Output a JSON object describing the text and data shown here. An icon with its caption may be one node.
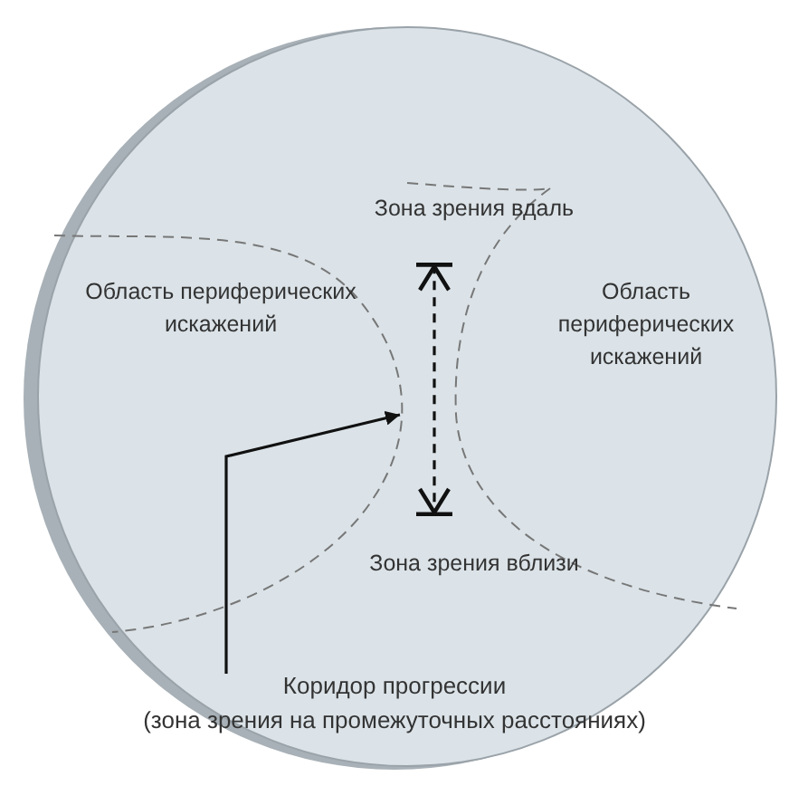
{
  "diagram": {
    "nodes": [
      {
        "text": [],
        "shape": "circle"
      },
      {
        "text": [
          "Зона зрения вдаль"
        ],
        "in": 0
      },
      {
        "text": [
          "Область периферических искажений"
        ],
        "in": 0
      },
      {
        "text": [
          "Область периферических искажений"
        ],
        "in": 0
      },
      {
        "text": [
          "Зона зрения вблизи"
        ],
        "in": 0
      },
      {
        "text": [
          "Коридор прогрессии",
          "(зона зрения на промежуточных расстояниях)"
        ],
        "in": 0
      }
    ],
    "edges": [
      {
        "from": 5,
        "to": null,
        "arrow": "to"
      },
      {
        "from": 1,
        "to": 4,
        "arrow": "both",
        "style": "dashed"
      }
    ]
  }
}
